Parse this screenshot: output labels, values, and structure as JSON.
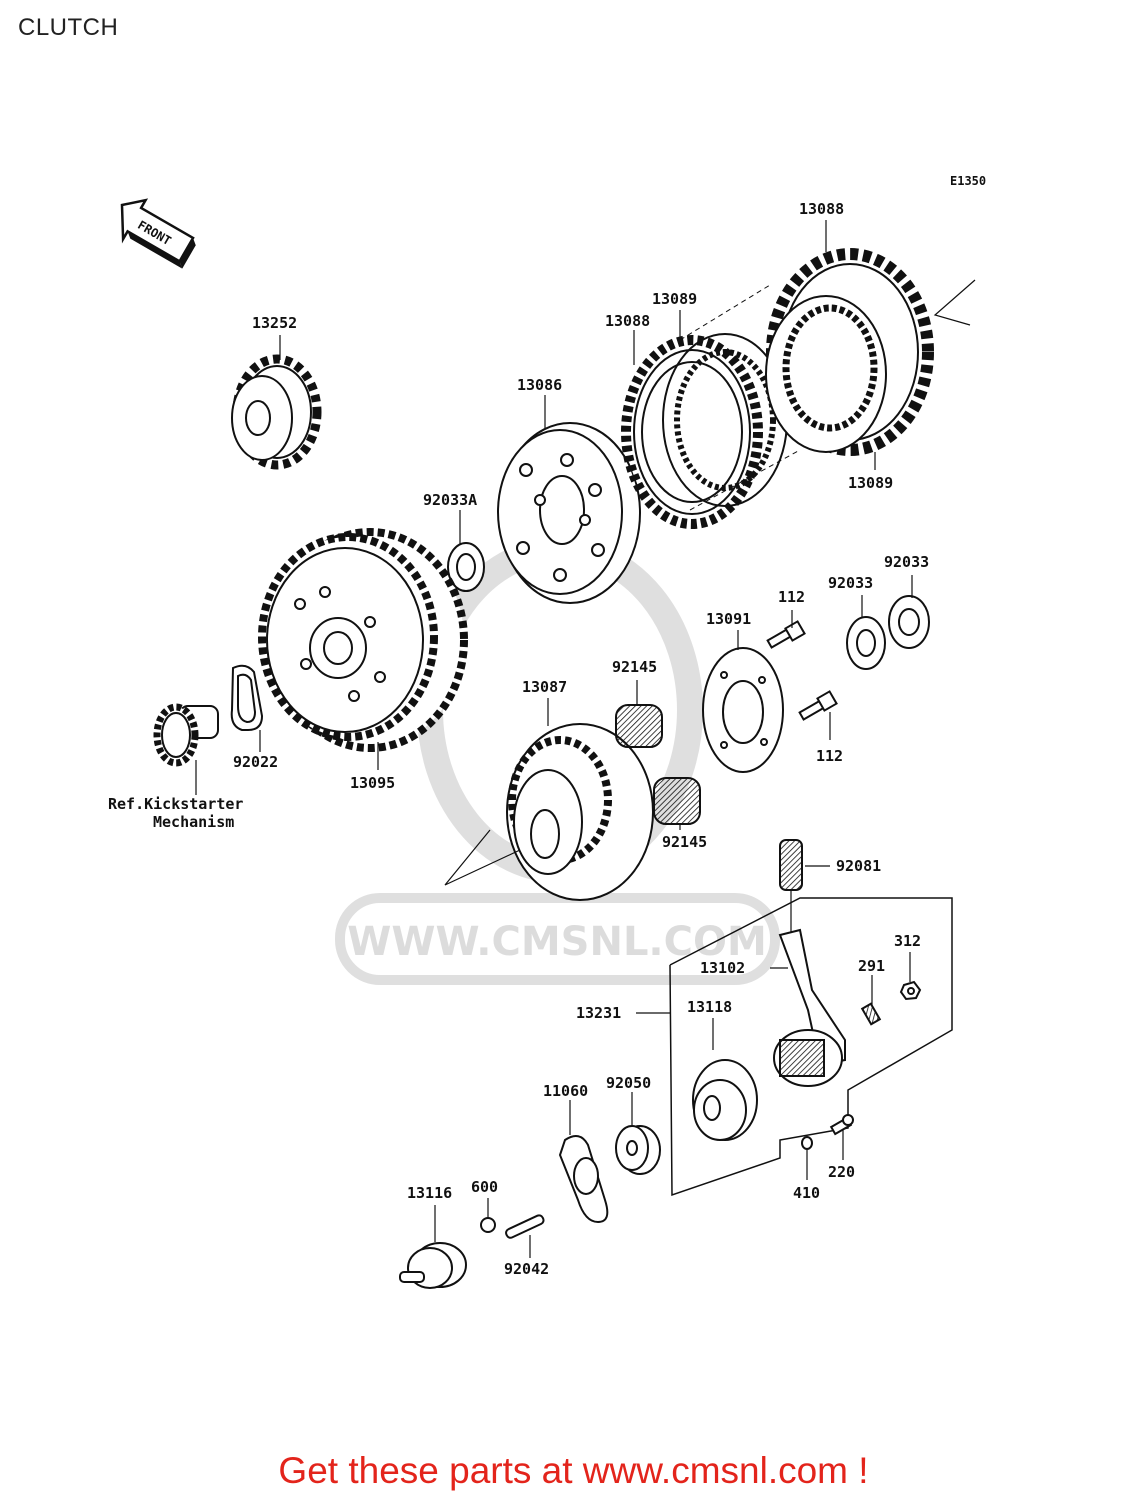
{
  "page": {
    "title": "CLUTCH"
  },
  "diagram": {
    "figure_code": "E1350",
    "front_label": "FRONT",
    "watermark": "WWW.CMSNL.COM",
    "callouts": [
      "13088",
      "13089",
      "13088",
      "13089",
      "13252",
      "13086",
      "92033A",
      "92033",
      "92033",
      "112",
      "112",
      "13091",
      "92145",
      "92145",
      "13087",
      "92022",
      "13095",
      "92081",
      "312",
      "291",
      "13102",
      "13231",
      "13118",
      "11060",
      "92050",
      "13116",
      "600",
      "92042",
      "410",
      "220"
    ],
    "ref_note": {
      "line1": "Ref.Kickstarter",
      "line2": "Mechanism"
    }
  },
  "footer": {
    "text": "Get these parts at www.cmsnl.com !"
  },
  "colors": {
    "footer": "#e3241b",
    "line": "#111111",
    "watermark": "#d9d9d9"
  }
}
